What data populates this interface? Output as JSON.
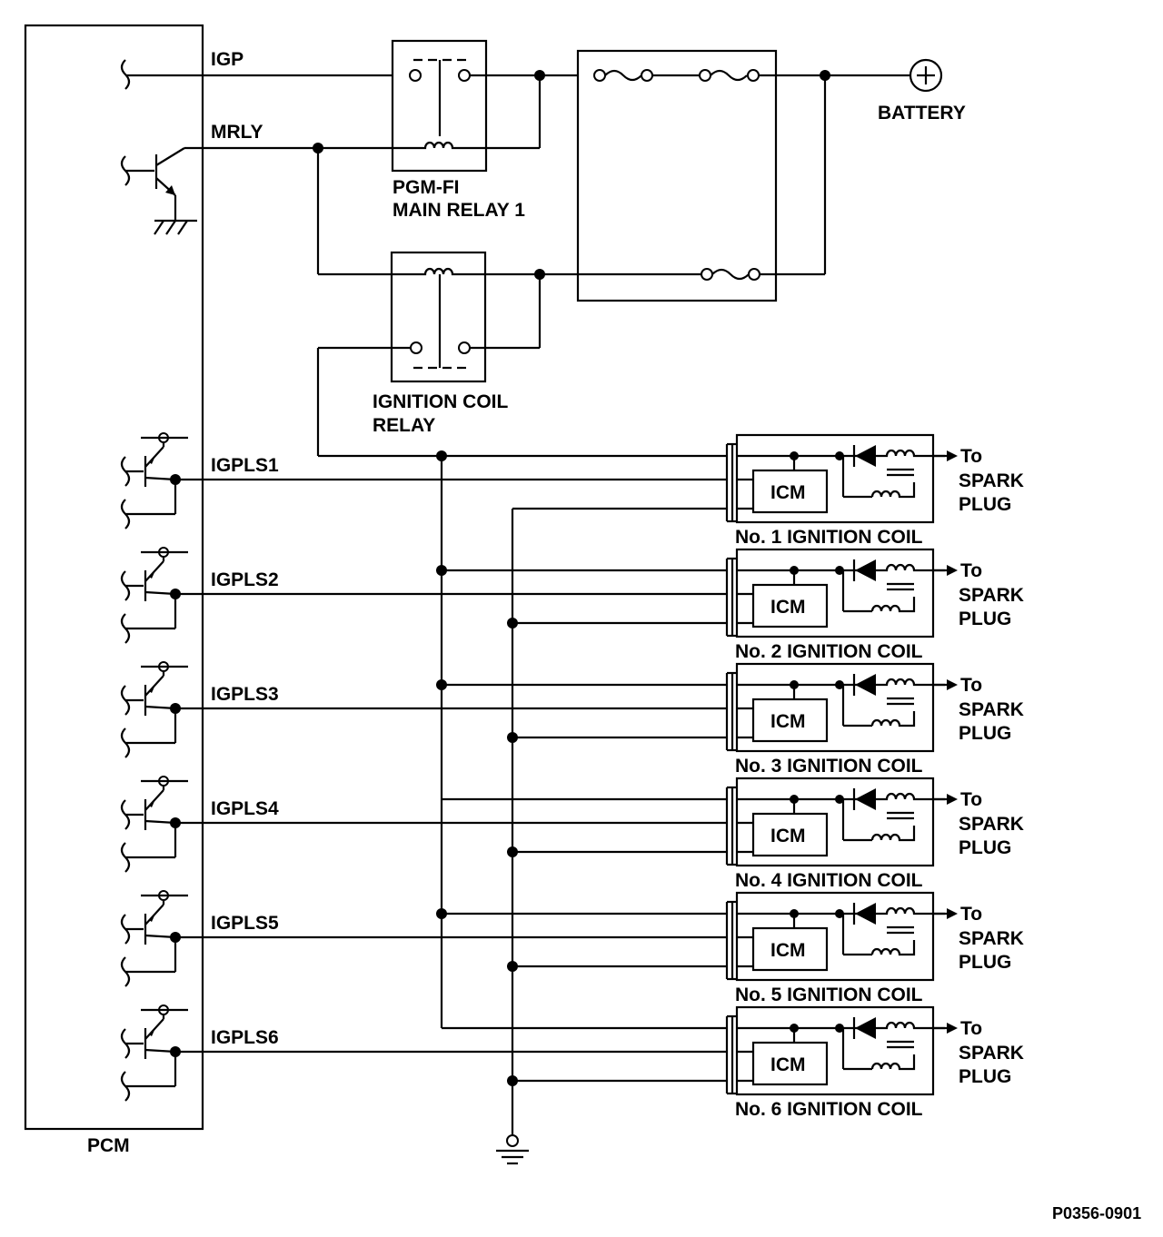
{
  "labels": {
    "igp": "IGP",
    "mrly": "MRLY",
    "battery": "BATTERY",
    "pgm_fi_line1": "PGM-FI",
    "pgm_fi_line2": "MAIN RELAY 1",
    "ign_relay_line1": "IGNITION COIL",
    "ign_relay_line2": "RELAY",
    "pcm": "PCM",
    "figure_id": "P0356-0901"
  },
  "coil_output": {
    "line1": "To",
    "line2": "SPARK",
    "line3": "PLUG"
  },
  "icm_label": "ICM",
  "channels": [
    {
      "signal": "IGPLS1",
      "coil": "No. 1 IGNITION COIL"
    },
    {
      "signal": "IGPLS2",
      "coil": "No. 2 IGNITION COIL"
    },
    {
      "signal": "IGPLS3",
      "coil": "No. 3 IGNITION COIL"
    },
    {
      "signal": "IGPLS4",
      "coil": "No. 4 IGNITION COIL"
    },
    {
      "signal": "IGPLS5",
      "coil": "No. 5 IGNITION COIL"
    },
    {
      "signal": "IGPLS6",
      "coil": "No. 6 IGNITION COIL"
    }
  ],
  "colors": {
    "line": "#000000",
    "background": "#ffffff"
  }
}
